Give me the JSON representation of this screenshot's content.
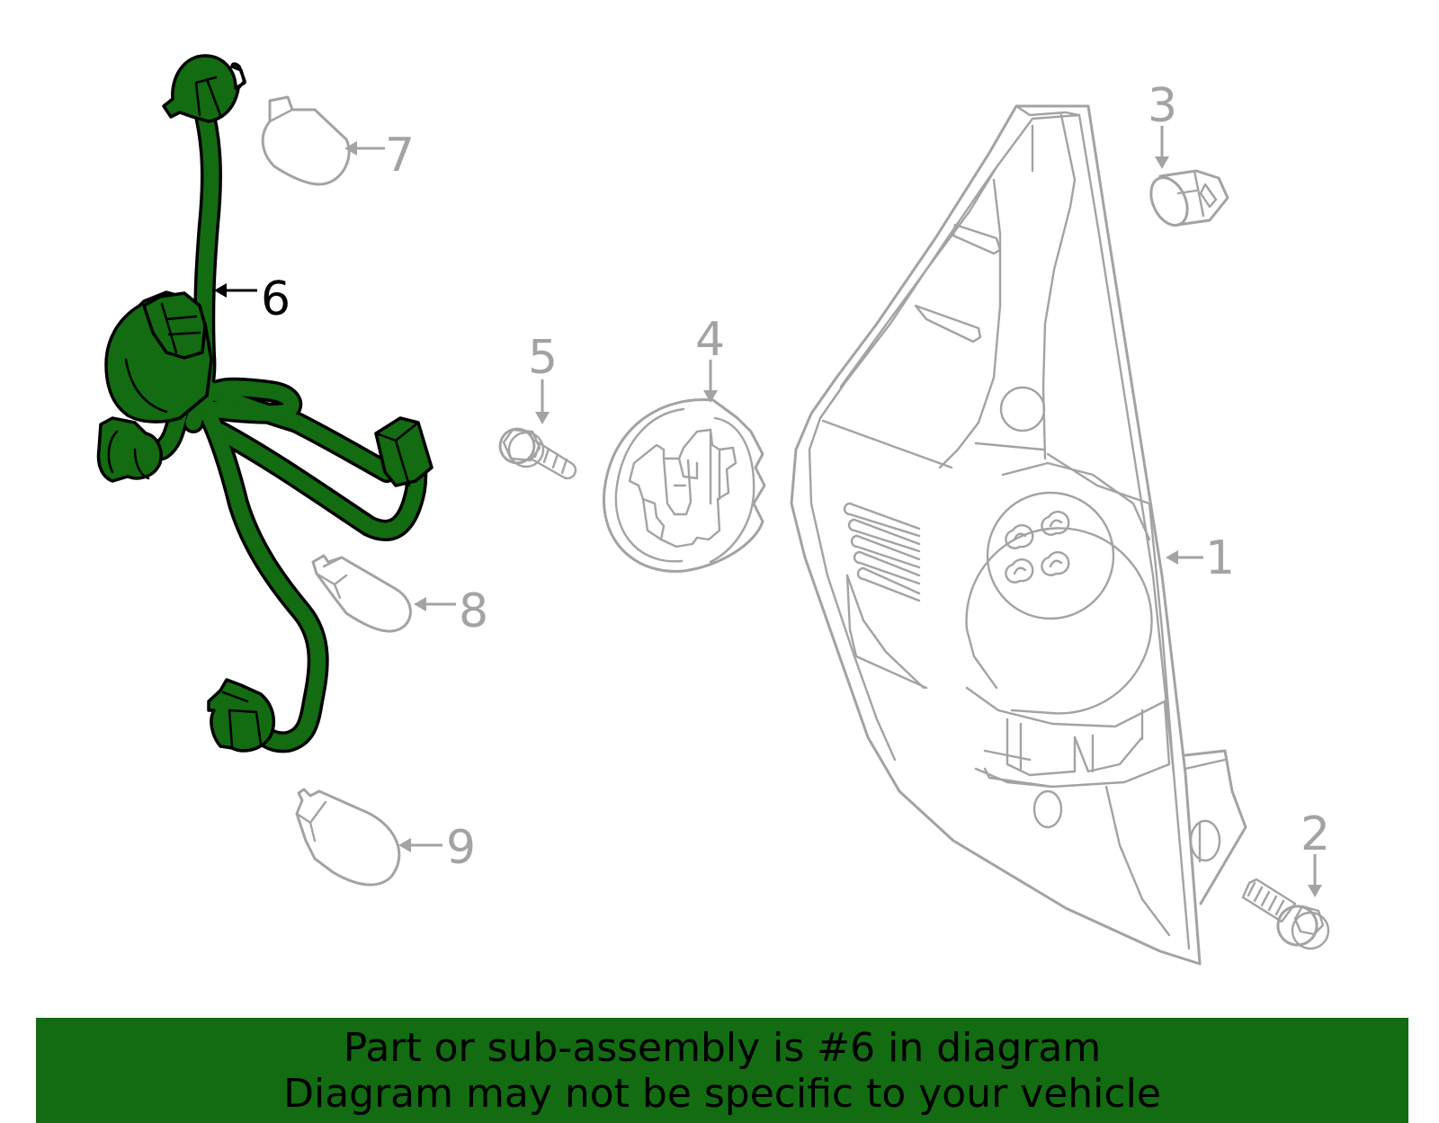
{
  "callouts": {
    "c1": "1",
    "c2": "2",
    "c3": "3",
    "c4": "4",
    "c5": "5",
    "c6": "6",
    "c7": "7",
    "c8": "8",
    "c9": "9"
  },
  "highlight": {
    "part": "6",
    "color": "#136b12"
  },
  "line_color": "#a3a3a3",
  "banner": {
    "line1": "Part or sub-assembly is #6 in diagram",
    "line2": "Diagram may not be specific to your vehicle"
  }
}
